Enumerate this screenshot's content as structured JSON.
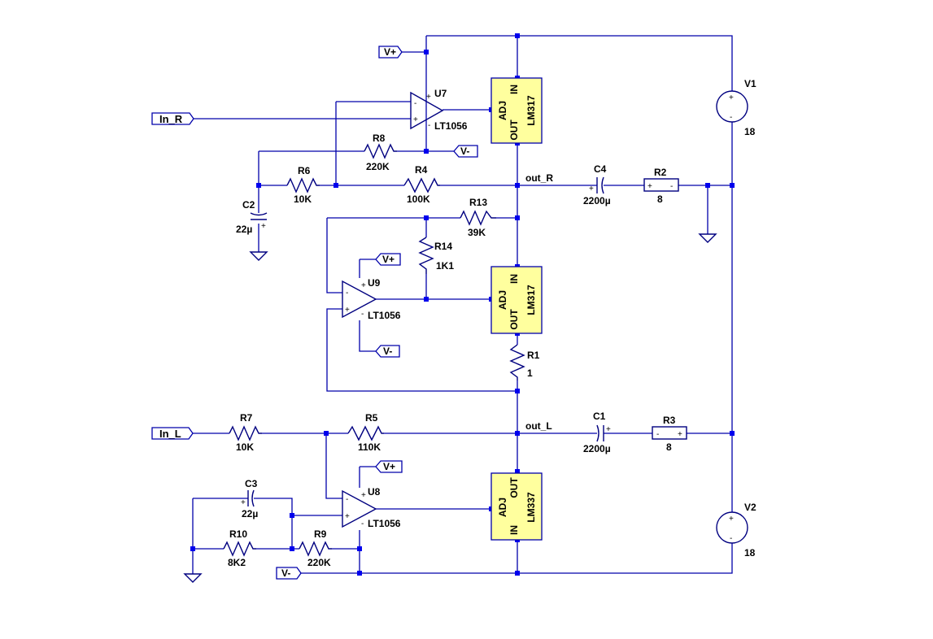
{
  "nets": {
    "in_r": "In_R",
    "in_l": "In_L",
    "out_r": "out_R",
    "out_l": "out_L",
    "vplus": "V+",
    "vminus": "V-"
  },
  "opamps": [
    {
      "ref": "U7",
      "part": "LT1056"
    },
    {
      "ref": "U9",
      "part": "LT1056"
    },
    {
      "ref": "U8",
      "part": "LT1056"
    }
  ],
  "regulators": [
    {
      "part": "LM317",
      "pin_adj": "ADJ",
      "pin_out": "OUT",
      "pin_in": "IN"
    },
    {
      "part": "LM317",
      "pin_adj": "ADJ",
      "pin_out": "OUT",
      "pin_in": "IN"
    },
    {
      "part": "LM337",
      "pin_adj": "ADJ",
      "pin_out": "OUT",
      "pin_in": "IN"
    }
  ],
  "resistors": {
    "R1": {
      "ref": "R1",
      "value": "1"
    },
    "R2": {
      "ref": "R2",
      "value": "8"
    },
    "R3": {
      "ref": "R3",
      "value": "8"
    },
    "R4": {
      "ref": "R4",
      "value": "100K"
    },
    "R5": {
      "ref": "R5",
      "value": "110K"
    },
    "R6": {
      "ref": "R6",
      "value": "10K"
    },
    "R7": {
      "ref": "R7",
      "value": "10K"
    },
    "R8": {
      "ref": "R8",
      "value": "220K"
    },
    "R9": {
      "ref": "R9",
      "value": "220K"
    },
    "R10": {
      "ref": "R10",
      "value": "8K2"
    },
    "R13": {
      "ref": "R13",
      "value": "39K"
    },
    "R14": {
      "ref": "R14",
      "value": "1K1"
    }
  },
  "capacitors": {
    "C1": {
      "ref": "C1",
      "value": "2200µ"
    },
    "C2": {
      "ref": "C2",
      "value": "22µ"
    },
    "C3": {
      "ref": "C3",
      "value": "22µ"
    },
    "C4": {
      "ref": "C4",
      "value": "2200µ"
    }
  },
  "sources": {
    "V1": {
      "ref": "V1",
      "value": "18"
    },
    "V2": {
      "ref": "V2",
      "value": "18"
    }
  },
  "symbols": {
    "plus": "+",
    "minus": "-"
  }
}
